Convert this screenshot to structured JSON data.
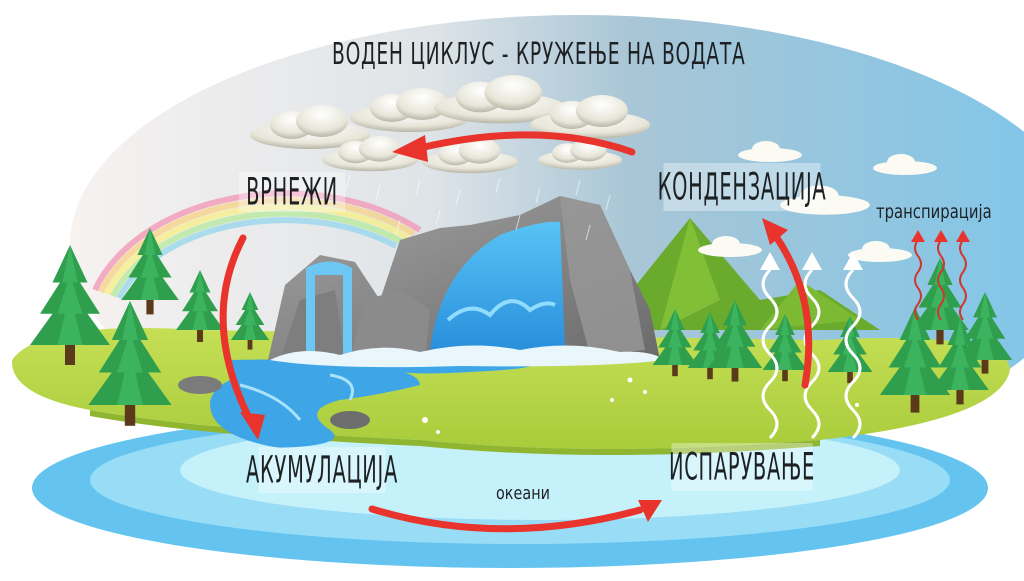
{
  "diagram": {
    "title": "ВОДЕН ЦИКЛУС - КРУЖЕЊЕ НА ВОДАТА",
    "stages": [
      {
        "id": "precipitation",
        "label": "ВРНЕЖИ"
      },
      {
        "id": "condensation",
        "label": "КОНДЕНЗАЦИЈА"
      },
      {
        "id": "accumulation",
        "label": "АКУМУЛАЦИЈА"
      },
      {
        "id": "evaporation",
        "label": "ИСПАРУВАЊЕ"
      }
    ],
    "annotations": {
      "transpiration": "транспирација",
      "oceans": "океани"
    },
    "flow": [
      {
        "from": "condensation",
        "to": "precipitation"
      },
      {
        "from": "precipitation",
        "to": "accumulation"
      },
      {
        "from": "accumulation",
        "to": "evaporation"
      },
      {
        "from": "evaporation",
        "to": "condensation"
      }
    ],
    "colors": {
      "arrow": "#e8342c",
      "sky_left": "#f4f1ef",
      "sky_right": "#7cc3e3",
      "grass": "#b9d84a",
      "ocean_outer": "#6cc6ee",
      "ocean_inner": "#c8f2fb",
      "tree": "#2e9a4a",
      "rock": "#8a8a8a",
      "waterfall": "#3fa9e6"
    }
  }
}
